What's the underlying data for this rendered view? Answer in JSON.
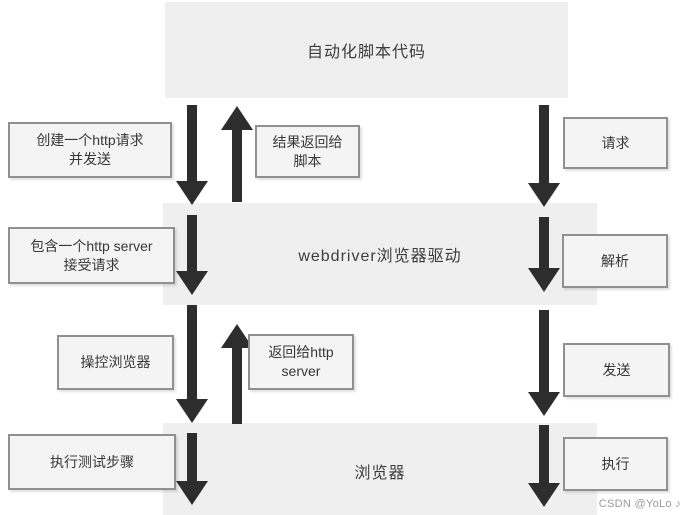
{
  "diagram": {
    "layer_boxes": {
      "script": "自动化脚本代码",
      "driver": "webdriver浏览器驱动",
      "browser": "浏览器"
    },
    "left_boxes": [
      {
        "line1": "创建一个http请求",
        "line2": "并发送"
      },
      {
        "line1": "包含一个http server",
        "line2": "接受请求"
      },
      {
        "line1": "操控浏览器"
      },
      {
        "line1": "执行测试步骤"
      }
    ],
    "middle_boxes": [
      {
        "line1": "结果返回给",
        "line2": "脚本"
      },
      {
        "line1": "返回给http",
        "line2": "server"
      }
    ],
    "right_boxes": [
      "请求",
      "解析",
      "发送",
      "执行"
    ]
  },
  "watermark": "CSDN @YoLo ♪",
  "colors": {
    "layer_box_fill": "#efefef",
    "small_box_fill": "#f4f4f4",
    "small_box_border": "#909090",
    "arrow": "#2d2d2d",
    "text": "#3a3a3a",
    "watermark_text": "#9a9a9a"
  }
}
